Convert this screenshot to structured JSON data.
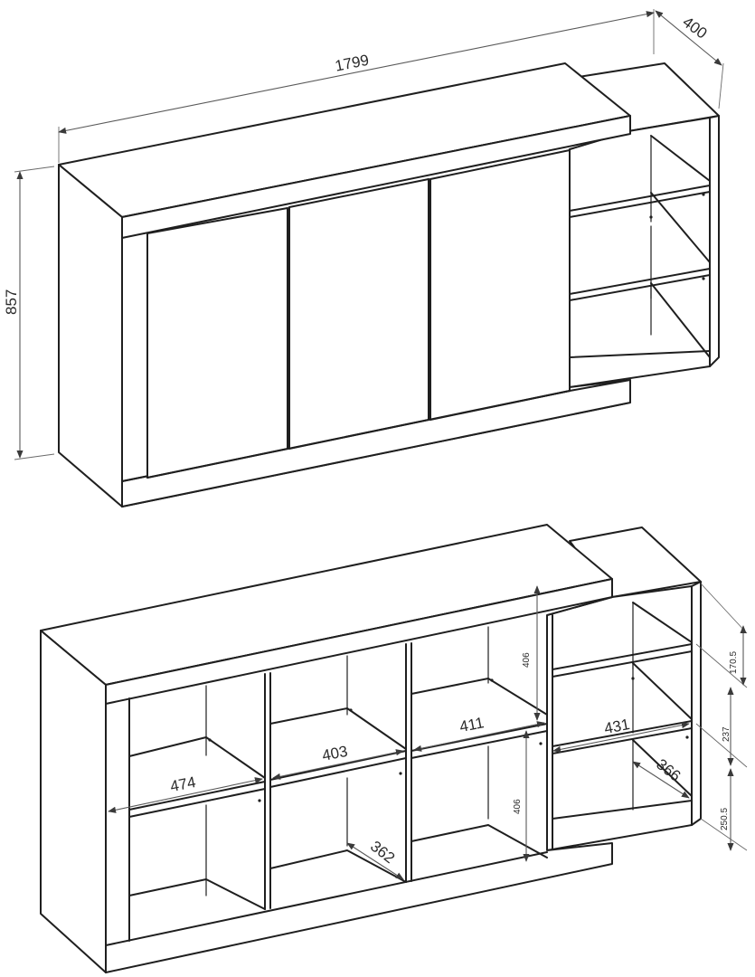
{
  "dimensions": {
    "overall_width": "1799",
    "depth": "400",
    "height": "857",
    "left_compartment_width": "474",
    "second_compartment_width": "411",
    "third_compartment_width": "403",
    "shelf_unit_width": "431",
    "compartment_depth_left": "362",
    "shelf_unit_depth": "366",
    "upper_opening_height": "406",
    "lower_opening_height": "406",
    "top_shelf_height": "170.5",
    "middle_shelf_height": "237",
    "bottom_shelf_height": "250.5"
  },
  "colors": {
    "outline": "#1f1f1f",
    "dimension": "#5a5a5a",
    "background": "#ffffff"
  }
}
